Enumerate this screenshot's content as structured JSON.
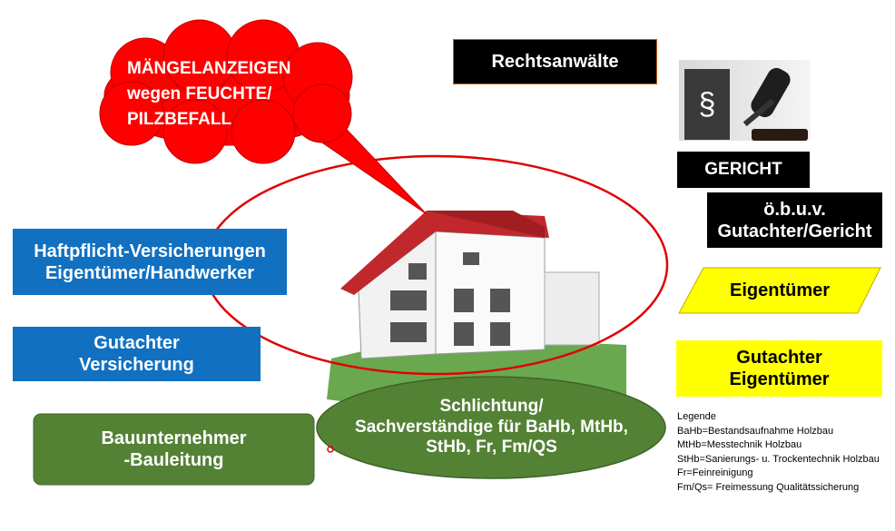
{
  "cloud": {
    "lines": [
      "MÄNGELANZEIGEN",
      "wegen FEUCHTE/",
      "PILZBEFALL"
    ]
  },
  "boxes": {
    "rechtsanwaelte": "Rechtsanwälte",
    "gericht": "GERICHT",
    "obuv": [
      "ö.b.u.v.",
      "Gutachter/Gericht"
    ],
    "haftpflicht": [
      "Haftpflicht-Versicherungen",
      "Eigentümer/Handwerker"
    ],
    "gutachter_versicherung": [
      "Gutachter",
      "Versicherung"
    ],
    "eigentuemer": "Eigentümer",
    "gutachter_eigentuemer": [
      "Gutachter",
      "Eigentümer"
    ],
    "bauunternehmer": [
      "Bauunternehmer",
      "-Bauleitung"
    ],
    "schlichtung": [
      "Schlichtung/",
      "Sachverständige für BaHb, MtHb,",
      "StHb, Fr, Fm/QS"
    ]
  },
  "gavel_image": {
    "symbol": "§"
  },
  "legend": {
    "title": "Legende",
    "items": [
      "BaHb=Bestandsaufnahme Holzbau",
      "MtHb=Messtechnik Holzbau",
      "StHb=Sanierungs- u. Trockentechnik Holzbau",
      "Fr=Feinreinigung",
      "Fm/Qs= Freimessung Qualitätssicherung"
    ]
  },
  "colors": {
    "red": "#ff0000",
    "blue": "#1170c0",
    "yellow": "#ffff00",
    "green": "#548235",
    "black": "#000000"
  }
}
